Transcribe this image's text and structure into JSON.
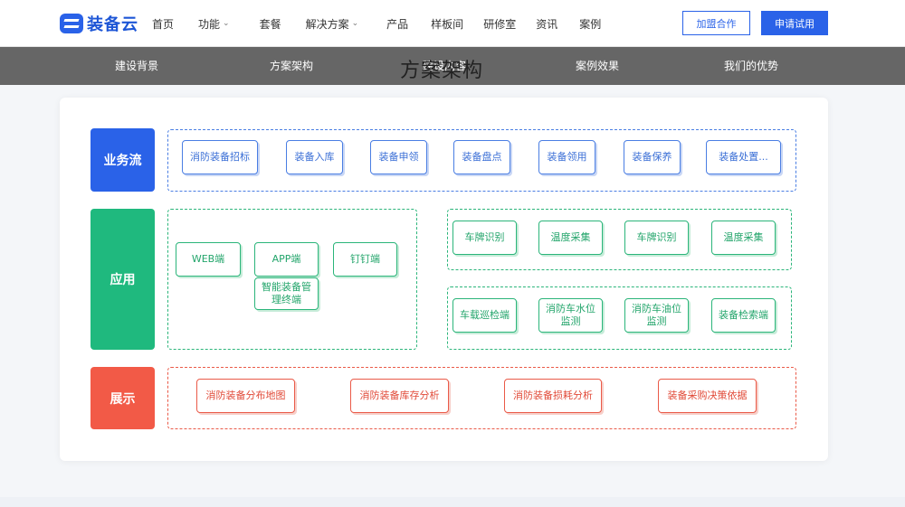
{
  "brand": {
    "name": "装备云",
    "color": "#2a62e8"
  },
  "nav": {
    "items": [
      {
        "label": "首页",
        "has_dropdown": false
      },
      {
        "label": "功能",
        "has_dropdown": true
      },
      {
        "label": "套餐",
        "has_dropdown": false
      },
      {
        "label": "解决方案",
        "has_dropdown": true
      },
      {
        "label": "产品",
        "has_dropdown": false
      },
      {
        "label": "样板间",
        "has_dropdown": false
      },
      {
        "label": "研修室",
        "has_dropdown": false
      },
      {
        "label": "资讯",
        "has_dropdown": false
      },
      {
        "label": "案例",
        "has_dropdown": false
      }
    ],
    "join_label": "加盟合作",
    "trial_label": "申请试用"
  },
  "subnav": {
    "tabs": [
      "建设背景",
      "方案架构",
      "建设内容",
      "案例效果",
      "我们的优势"
    ],
    "section_title": "方案架构"
  },
  "architecture": {
    "business": {
      "label": "业务流",
      "color": "#2a62e8",
      "items": [
        "消防装备招标",
        "装备入库",
        "装备申领",
        "装备盘点",
        "装备领用",
        "装备保养",
        "装备处置..."
      ]
    },
    "application": {
      "label": "应用",
      "color": "#1fb97e",
      "clients": [
        "WEB端",
        "APP端",
        "钉钉端",
        "智能装备管理终端"
      ],
      "modules_row1": [
        "车牌识别",
        "温度采集",
        "车牌识别",
        "温度采集"
      ],
      "modules_row2": [
        "车载巡检端",
        "消防车水位监测",
        "消防车油位监测",
        "装备检索端"
      ]
    },
    "display": {
      "label": "展示",
      "color": "#f25a47",
      "items": [
        "消防装备分布地图",
        "消防装备库存分析",
        "消防装备损耗分析",
        "装备采购决策依据"
      ]
    }
  }
}
